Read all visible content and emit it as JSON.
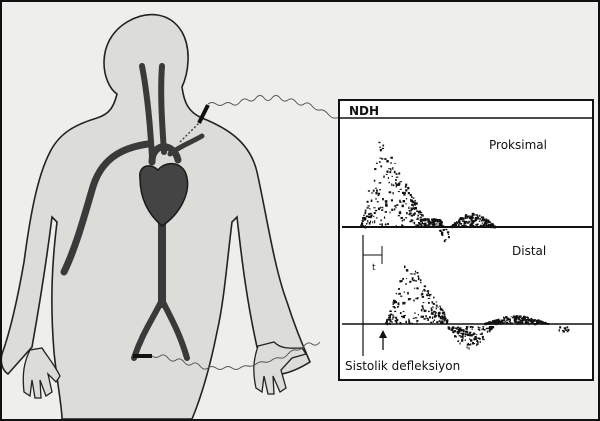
{
  "panel": {
    "title": "NDH",
    "proximal_label": "Proksimal",
    "distal_label": "Distal",
    "deflection_label": "Sistolik defleksiyon"
  },
  "colors": {
    "background": "#eeeeec",
    "body_fill": "#dcdcd9",
    "outline": "#222222",
    "vessel": "#3a3a3a",
    "heart": "#444444",
    "waveform": "#111111"
  },
  "icons": {
    "heart": "heart-icon",
    "probe": "doppler-probe-icon",
    "arrow": "arrow-up-icon"
  }
}
